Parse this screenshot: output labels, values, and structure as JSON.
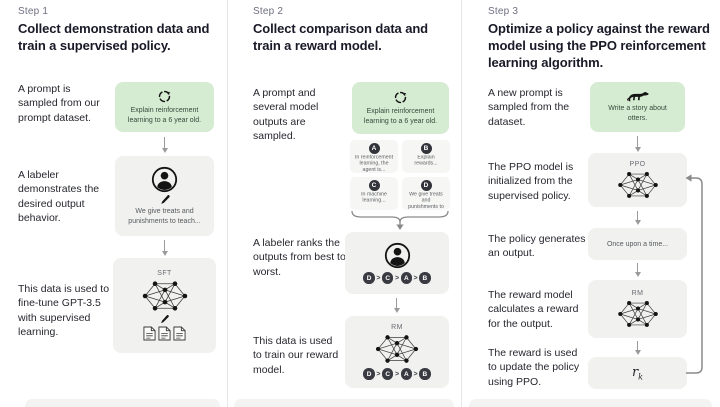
{
  "columns": [
    {
      "step_label": "Step 1",
      "heading": "Collect demonstration data and train a supervised policy.",
      "row1_text": "A prompt is sampled from our prompt dataset.",
      "prompt_box": "Explain reinforcement learning to a 6 year old.",
      "row2_text": "A labeler demonstrates the desired output behavior.",
      "labeler_caption": "We give treats and punishments to teach...",
      "row3_text": "This data is used to fine-tune GPT-3.5 with supervised learning.",
      "model_label": "SFT"
    },
    {
      "step_label": "Step 2",
      "heading": "Collect comparison data and train a reward model.",
      "row1_text": "A prompt and several model outputs are sampled.",
      "prompt_box": "Explain reinforcement learning to a 6 year old.",
      "outputs": [
        {
          "letter": "A",
          "text": "In reinforcement learning, the agent is..."
        },
        {
          "letter": "B",
          "text": "Explain rewards..."
        },
        {
          "letter": "C",
          "text": "In machine learning..."
        },
        {
          "letter": "D",
          "text": "We give treats and punishments to teach..."
        }
      ],
      "row2_text": "A labeler ranks the outputs from best to worst.",
      "ranking": [
        "D",
        "C",
        "A",
        "B"
      ],
      "ranking_sep": ">",
      "row3_text": "This data is used to train our reward model.",
      "model_label": "RM"
    },
    {
      "step_label": "Step 3",
      "heading": "Optimize a policy against the reward model using the PPO reinforcement learning algorithm.",
      "row1_text": "A new prompt is sampled from the dataset.",
      "prompt_box": "Write a story about otters.",
      "row2_text": "The PPO model is initialized from the supervised policy.",
      "ppo_label": "PPO",
      "row3_text": "The policy generates an output.",
      "output_box": "Once upon a time...",
      "row4_text": "The reward model calculates a reward for the output.",
      "rm_label": "RM",
      "row5_text": "The reward is used to update the policy using PPO.",
      "reward_symbol": "r",
      "reward_subscript": "k"
    }
  ],
  "colors": {
    "prompt_green": "#d6ecd2",
    "card_gray": "#f1f1ef",
    "text_dark": "#191927",
    "step_gray": "#6e6e80"
  }
}
